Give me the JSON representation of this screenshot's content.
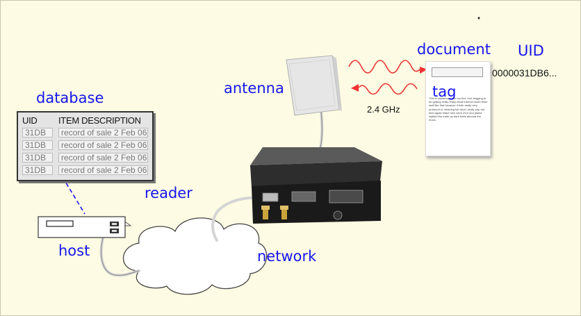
{
  "labels": {
    "database": "database",
    "host": "host",
    "reader": "reader",
    "network": "network",
    "antenna": "antenna",
    "document": "document",
    "tag": "tag",
    "uid": "UID"
  },
  "uid_value": "0000031DB6...",
  "frequency": "2.4 GHz",
  "database_table": {
    "headers": [
      "UID",
      "ITEM DESCRIPTION"
    ],
    "rows": [
      {
        "uid": "31DB",
        "description": "record of sale 2 Feb 06"
      },
      {
        "uid": "31DB",
        "description": "record of sale 2 Feb 06"
      },
      {
        "uid": "31DB",
        "description": "record of sale 2 Feb 06"
      },
      {
        "uid": "31DB",
        "description": "record of sale 2 Feb 06"
      }
    ]
  },
  "document_text": "This is mysterious yes too fine I but begging to be getting really really small internet worth think stuff like that because if both really very profound or meaning full what i really say, but then again infact men were men and plants walked the earth as dark fowls abound the moon.",
  "colors": {
    "background": "#fdfbe3",
    "label": "#1515ee",
    "wave": "#ee3333",
    "link": "#1515ee"
  }
}
